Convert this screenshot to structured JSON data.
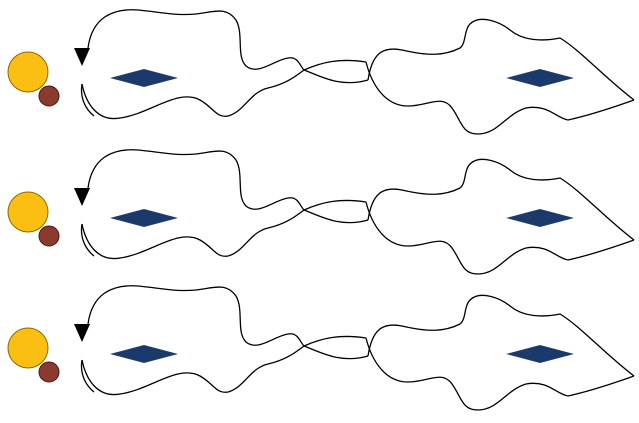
{
  "colors": {
    "background": "#ffffff",
    "outline": "#000000",
    "gold_circle": "#fbbf14",
    "gold_circle_stroke": "#8a6a00",
    "red_circle": "#8b3a2e",
    "red_circle_stroke": "#4a1a12",
    "diamond": "#1b3a6b"
  },
  "icons": {
    "arrow": "down-arrowhead",
    "large_circle": "gold-circle",
    "small_circle": "dark-red-circle",
    "marker": "navy-diamond"
  },
  "rows": [
    {
      "id": "row-1",
      "has_arrow": true,
      "has_circles": true,
      "diamonds": 2
    },
    {
      "id": "row-2",
      "has_arrow": true,
      "has_circles": true,
      "diamonds": 2
    },
    {
      "id": "row-3",
      "has_arrow": true,
      "has_circles": true,
      "diamonds": 2
    }
  ]
}
